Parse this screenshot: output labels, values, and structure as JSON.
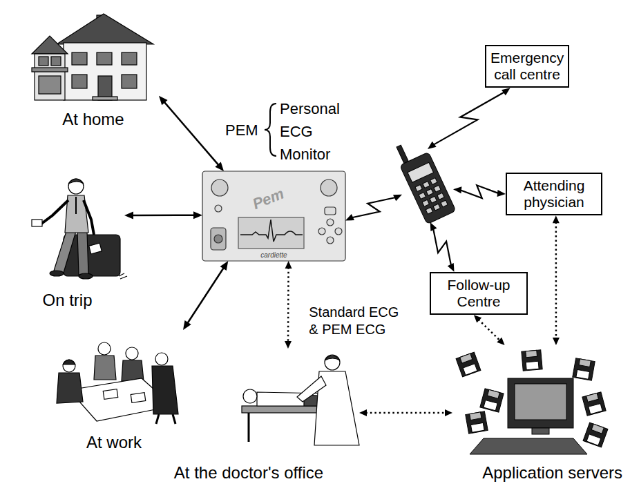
{
  "diagram": {
    "nodes": [
      {
        "text": [
          "At home"
        ]
      },
      {
        "text": [
          "On trip"
        ]
      },
      {
        "text": [
          "At work"
        ]
      },
      {
        "text": [
          "cardiette"
        ]
      },
      {
        "text": []
      },
      {
        "text": [
          "Emergency call centre"
        ]
      },
      {
        "text": [
          "Attending physician"
        ]
      },
      {
        "text": [
          "Follow-up Centre"
        ]
      },
      {
        "text": [
          "At the doctor's office"
        ]
      },
      {
        "text": [
          "Application servers"
        ]
      }
    ],
    "edges": [
      {
        "from": 0,
        "to": 3,
        "arrow": "both"
      },
      {
        "from": 1,
        "to": 3,
        "arrow": "both"
      },
      {
        "from": 2,
        "to": 3,
        "arrow": "both"
      },
      {
        "from": 3,
        "to": 4,
        "arrow": "both"
      },
      {
        "from": 4,
        "to": 5,
        "arrow": "both"
      },
      {
        "from": 4,
        "to": 6,
        "arrow": "both"
      },
      {
        "from": 4,
        "to": 7,
        "arrow": "both"
      },
      {
        "from": 3,
        "to": 8,
        "label": "Standard ECG & PEM ECG",
        "arrow": "both"
      },
      {
        "from": 8,
        "to": 9,
        "arrow": "both"
      },
      {
        "from": 7,
        "to": 9,
        "arrow": "both"
      },
      {
        "from": 6,
        "to": 9,
        "arrow": "both"
      }
    ],
    "labels": [
      "PEM",
      "Personal ECG Monitor",
      "Pem"
    ]
  }
}
